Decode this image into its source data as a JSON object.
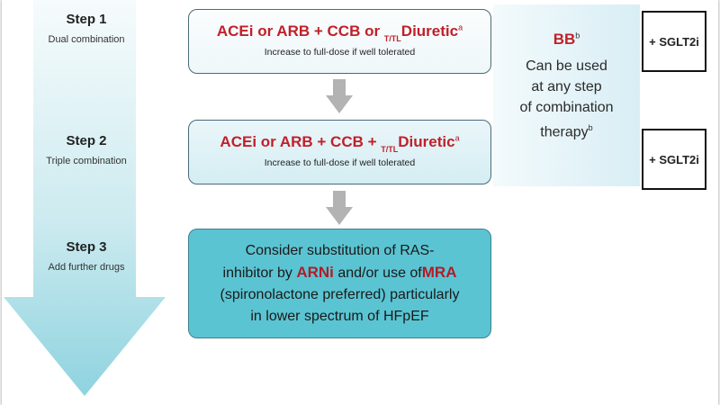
{
  "steps": [
    {
      "title": "Step 1",
      "subtitle": "Dual combination"
    },
    {
      "title": "Step 2",
      "subtitle": "Triple combination"
    },
    {
      "title": "Step 3",
      "subtitle": "Add further drugs"
    }
  ],
  "box1": {
    "part1": "ACEi or ARB + CCB or ",
    "prefix": "T/TL",
    "drug": "Diuretic",
    "sup": "a",
    "note": "Increase to full-dose if well tolerated"
  },
  "box2": {
    "part1": "ACEi or ARB + CCB + ",
    "prefix": "T/TL",
    "drug": "Diuretic",
    "sup": "a",
    "note": "Increase to full-dose if well tolerated"
  },
  "box3": {
    "t1": "Consider substitution of RAS-",
    "t2": "inhibitor by ",
    "arni": "ARNi",
    "t3": " and/or use of",
    "mra": "MRA",
    "t4": "(spironolactone preferred) particularly",
    "t5": "in lower spectrum of HFpEF"
  },
  "bb": {
    "label": "BB",
    "sup": "b",
    "line1": "Can be used",
    "line2": "at any step",
    "line3": "of combination",
    "line4": "therapy",
    "line4_sup": "b"
  },
  "sglt2i": [
    "+ SGLT2i",
    "+ SGLT2i"
  ],
  "colors": {
    "red": "#c0202a",
    "arrow_top": "#f6fbfc",
    "arrow_bottom": "#8fd3df",
    "step3_box": "#5bc4d2"
  }
}
